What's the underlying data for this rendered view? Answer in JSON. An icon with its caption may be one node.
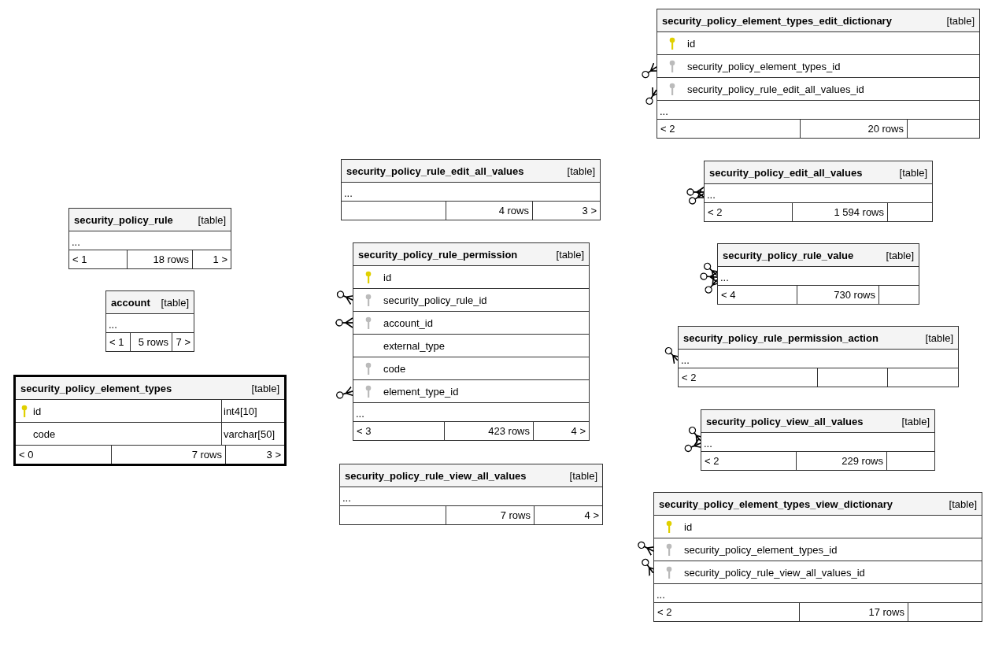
{
  "diagram": {
    "nodes": [
      {
        "text": [
          "security_policy_rule",
          "[table]",
          "...",
          "< 1",
          "18 rows",
          "1 >"
        ]
      },
      {
        "text": [
          "account",
          "[table]",
          "...",
          "< 1",
          "5 rows",
          "7 >"
        ]
      },
      {
        "text": [
          "security_policy_element_types",
          "[table]",
          "id",
          "int4[10]",
          "code",
          "varchar[50]",
          "< 0",
          "7 rows",
          "3 >"
        ]
      },
      {
        "text": [
          "security_policy_rule_edit_all_values",
          "[table]",
          "...",
          "4 rows",
          "3 >"
        ]
      },
      {
        "text": [
          "security_policy_rule_permission",
          "[table]",
          "id",
          "security_policy_rule_id",
          "account_id",
          "external_type",
          "code",
          "element_type_id",
          "...",
          "< 3",
          "423 rows",
          "4 >"
        ]
      },
      {
        "text": [
          "security_policy_rule_view_all_values",
          "[table]",
          "...",
          "7 rows",
          "4 >"
        ]
      },
      {
        "text": [
          "security_policy_element_types_edit_dictionary",
          "[table]",
          "id",
          "security_policy_element_types_id",
          "security_policy_rule_edit_all_values_id",
          "...",
          "< 2",
          "20 rows"
        ]
      },
      {
        "text": [
          "security_policy_edit_all_values",
          "[table]",
          "...",
          "< 2",
          "1 594 rows"
        ]
      },
      {
        "text": [
          "security_policy_rule_value",
          "[table]",
          "...",
          "< 4",
          "730 rows"
        ]
      },
      {
        "text": [
          "security_policy_rule_permission_action",
          "[table]",
          "...",
          "< 2"
        ]
      },
      {
        "text": [
          "security_policy_view_all_values",
          "[table]",
          "...",
          "< 2",
          "229 rows"
        ]
      },
      {
        "text": [
          "security_policy_element_types_view_dictionary",
          "[table]",
          "id",
          "security_policy_element_types_id",
          "security_policy_rule_view_all_values_id",
          "...",
          "< 2",
          "17 rows"
        ]
      }
    ],
    "edges": [
      {
        "from": null,
        "to": 4,
        "arrow": "other"
      },
      {
        "from": null,
        "to": 4,
        "arrow": "other"
      },
      {
        "from": null,
        "to": 4,
        "arrow": "other"
      },
      {
        "from": null,
        "to": 6,
        "arrow": "other"
      },
      {
        "from": null,
        "to": 6,
        "arrow": "other"
      },
      {
        "from": null,
        "to": 7,
        "arrow": "other"
      },
      {
        "from": null,
        "to": 7,
        "arrow": "other"
      },
      {
        "from": null,
        "to": 8,
        "arrow": "other"
      },
      {
        "from": null,
        "to": 8,
        "arrow": "other"
      },
      {
        "from": null,
        "to": 8,
        "arrow": "other"
      },
      {
        "from": null,
        "to": 9,
        "arrow": "other"
      },
      {
        "from": null,
        "to": 10,
        "arrow": "other"
      },
      {
        "from": null,
        "to": 10,
        "arrow": "other"
      },
      {
        "from": null,
        "to": 11,
        "arrow": "other"
      },
      {
        "from": null,
        "to": 11,
        "arrow": "other"
      }
    ]
  }
}
